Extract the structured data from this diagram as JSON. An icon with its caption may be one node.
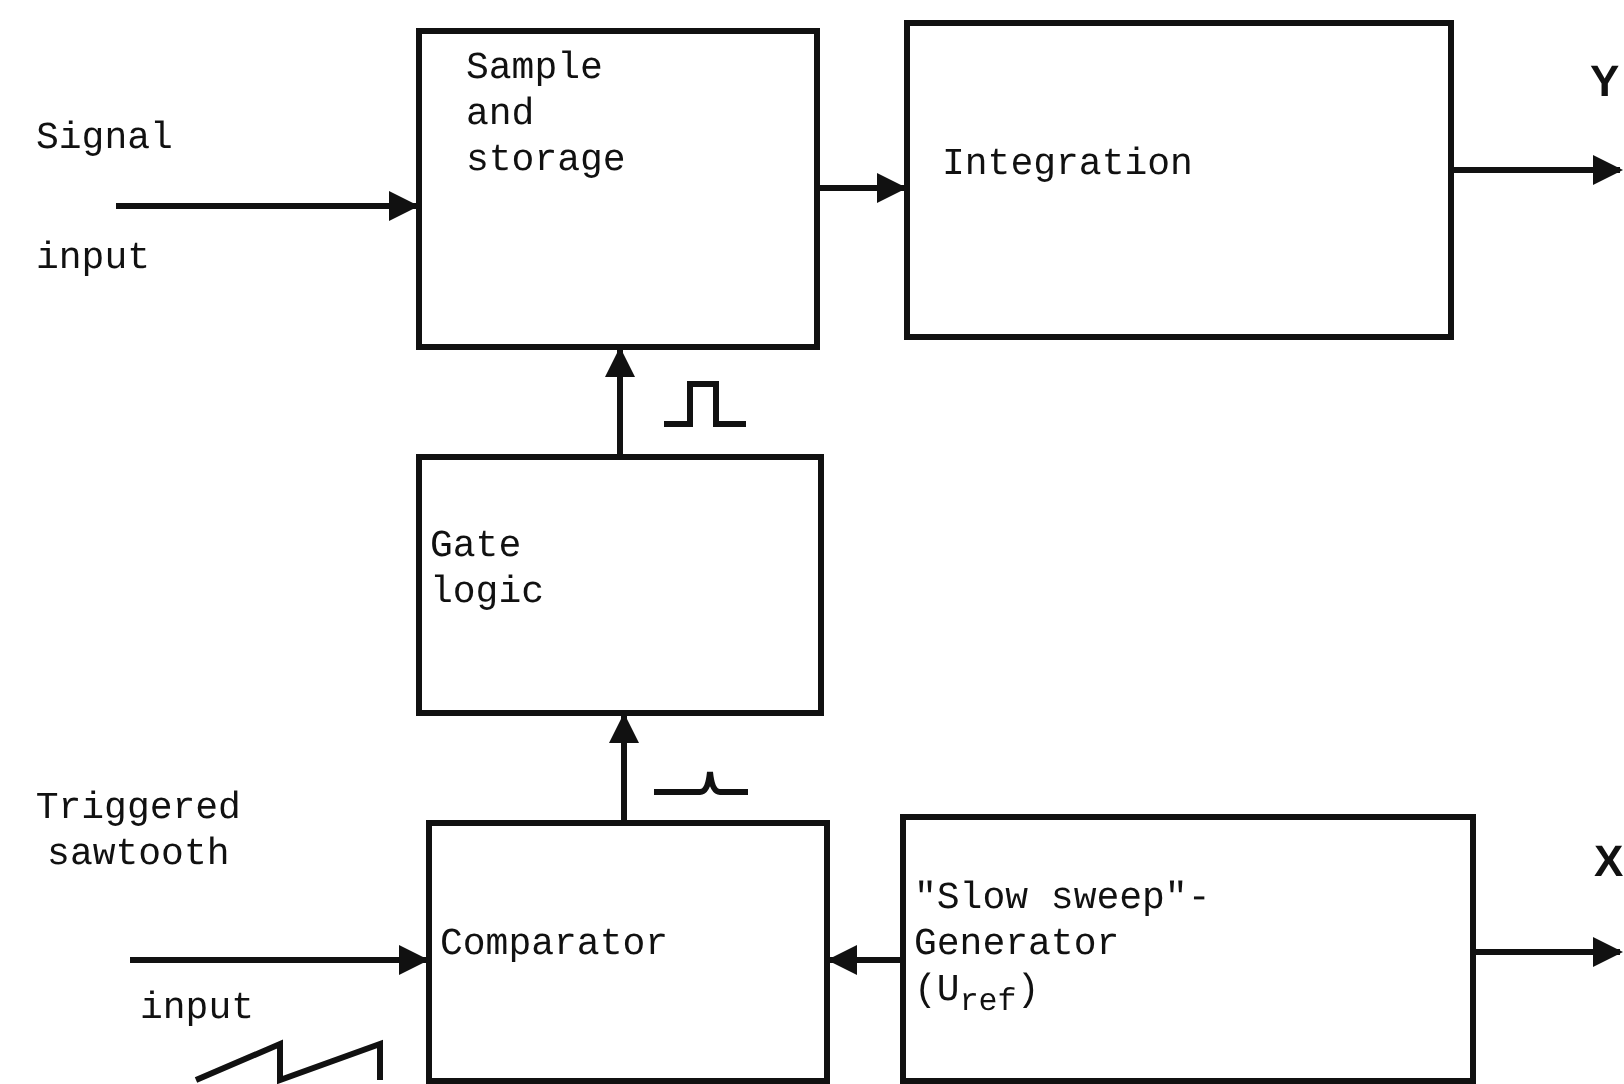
{
  "diagram": {
    "nodes": [
      {
        "text": [
          "Sample and storage"
        ]
      },
      {
        "text": [
          "Integration"
        ]
      },
      {
        "text": [
          "Gate logic"
        ]
      },
      {
        "text": [
          "Comparator"
        ]
      },
      {
        "text": [
          "\"Slow sweep\"- Generator (U$_{ref}$)"
        ]
      }
    ],
    "edges": [
      {
        "from": null,
        "to": 0,
        "arrow": "to"
      },
      {
        "from": 0,
        "to": 1,
        "arrow": "to"
      },
      {
        "from": 1,
        "to": null,
        "arrow": "to"
      },
      {
        "from": 2,
        "to": 0,
        "arrow": "to"
      },
      {
        "from": 3,
        "to": 2,
        "arrow": "to"
      },
      {
        "from": 4,
        "to": 3,
        "arrow": "to"
      },
      {
        "from": 4,
        "to": null,
        "arrow": "to"
      },
      {
        "from": null,
        "to": 3,
        "arrow": "to"
      }
    ],
    "labels": [
      "Signal",
      "input",
      "Y",
      "Triggered sawtooth",
      "input",
      "X"
    ]
  }
}
